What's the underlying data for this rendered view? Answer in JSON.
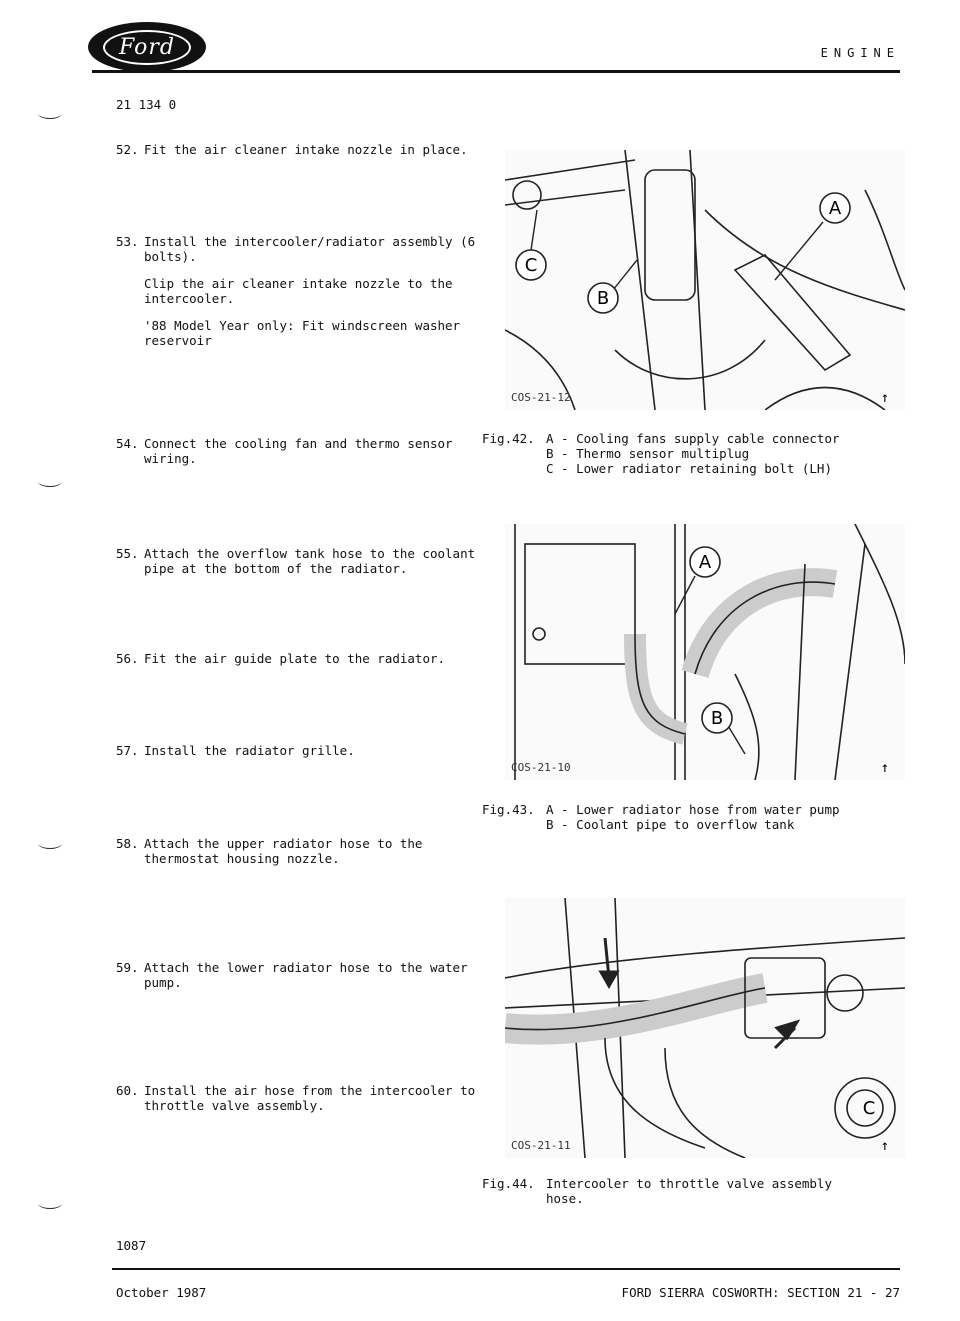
{
  "header": {
    "logo_text": "Ford",
    "section": "ENGINE",
    "doc_code": "21 134 0"
  },
  "steps": [
    {
      "num": "52.",
      "paragraphs": [
        "Fit the air cleaner intake nozzle in place."
      ]
    },
    {
      "num": "53.",
      "paragraphs": [
        "Install the intercooler/radiator assembly (6 bolts).",
        "Clip the air cleaner intake nozzle to the intercooler.",
        "'88 Model Year only: Fit windscreen washer reservoir"
      ]
    },
    {
      "num": "54.",
      "paragraphs": [
        "Connect the cooling fan and thermo sensor wiring."
      ]
    },
    {
      "num": "55.",
      "paragraphs": [
        "Attach the overflow tank hose to the coolant pipe at the bottom of the radiator."
      ]
    },
    {
      "num": "56.",
      "paragraphs": [
        "Fit the air guide plate to the radiator."
      ]
    },
    {
      "num": "57.",
      "paragraphs": [
        "Install the radiator grille."
      ]
    },
    {
      "num": "58.",
      "paragraphs": [
        "Attach the upper radiator hose to the thermostat housing nozzle."
      ]
    },
    {
      "num": "59.",
      "paragraphs": [
        "Attach the lower radiator hose to the water pump."
      ]
    },
    {
      "num": "60.",
      "paragraphs": [
        "Install the air hose from the intercooler to throttle valve assembly."
      ]
    }
  ],
  "figures": [
    {
      "code": "COS-21-12",
      "callouts": [
        "A",
        "B",
        "C"
      ],
      "label": "Fig.42.",
      "lines": [
        "A - Cooling fans supply cable connector",
        "B - Thermo sensor multiplug",
        "C - Lower radiator retaining bolt (LH)"
      ]
    },
    {
      "code": "COS-21-10",
      "callouts": [
        "A",
        "B"
      ],
      "label": "Fig.43.",
      "lines": [
        "A - Lower radiator hose from water pump",
        "B - Coolant pipe to overflow tank"
      ]
    },
    {
      "code": "COS-21-11",
      "callouts": [
        "C"
      ],
      "label": "Fig.44.",
      "lines": [
        "Intercooler to throttle valve assembly",
        "hose."
      ]
    }
  ],
  "footer": {
    "page_number": "1087",
    "date": "October 1987",
    "section_ref": "FORD SIERRA COSWORTH: SECTION 21 - 27"
  }
}
